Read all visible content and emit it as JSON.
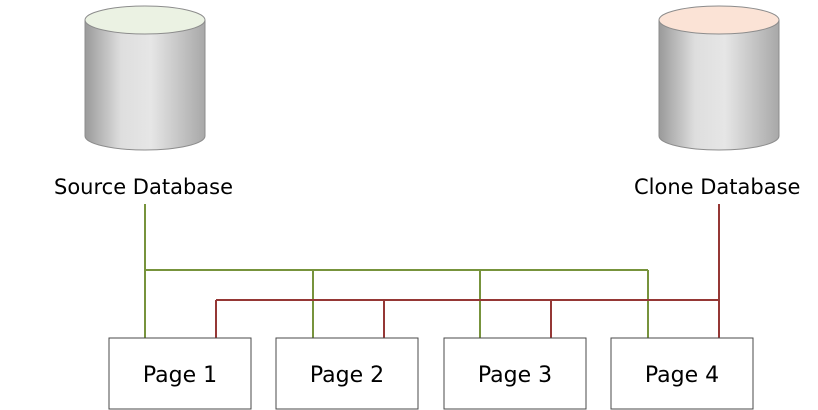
{
  "source": {
    "label": "Source Database",
    "top_color": "#ebf2e3",
    "line_color": "#77933c"
  },
  "clone": {
    "label": "Clone Database",
    "top_color": "#fbe3d6",
    "line_color": "#953735"
  },
  "pages": [
    {
      "label": "Page 1"
    },
    {
      "label": "Page 2"
    },
    {
      "label": "Page 3"
    },
    {
      "label": "Page 4"
    }
  ]
}
